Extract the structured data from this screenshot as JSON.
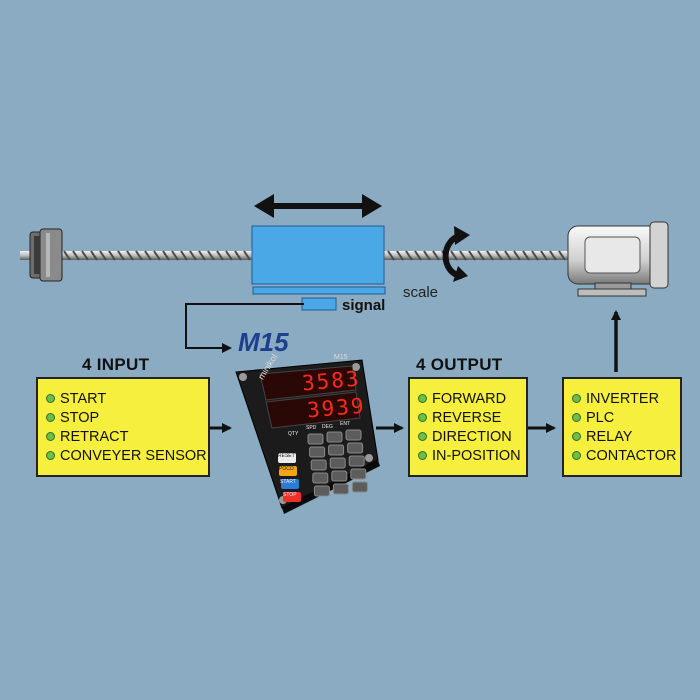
{
  "labels": {
    "scale": "scale",
    "signal": "signal",
    "controller_model": "M15",
    "input_header": "4 INPUT",
    "output_header": "4 OUTPUT"
  },
  "input_items": [
    "START",
    "STOP",
    "RETRACT",
    "CONVEYER SENSOR"
  ],
  "output_items": [
    "FORWARD",
    "REVERSE",
    "DIRECTION",
    "IN-POSITION"
  ],
  "device_items": [
    "INVERTER",
    "PLC",
    "RELAY",
    "CONTACTOR"
  ],
  "controller": {
    "brand": "minikol",
    "model_small": "M15",
    "display_top": "3583",
    "display_bottom": "3939",
    "key_labels": [
      "QTY",
      "SPD",
      "DEG",
      "ENT",
      "RESET",
      "POCO",
      "START",
      "STOP"
    ]
  },
  "colors": {
    "background": "#8aabc1",
    "box_fill": "#f6ef3d",
    "carriage_blue": "#4aa8e6",
    "led_red": "#ff2a1a",
    "title_blue": "#1d3f8f"
  }
}
